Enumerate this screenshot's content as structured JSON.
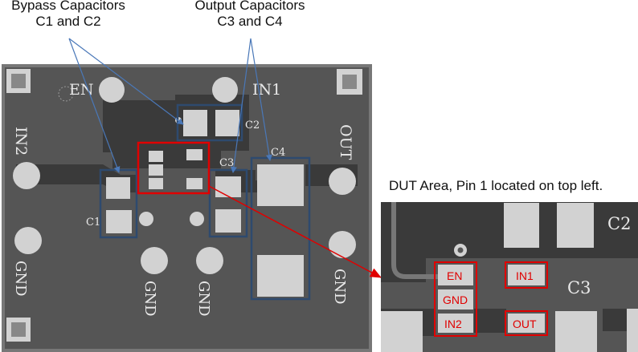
{
  "annotations": {
    "bypass_line1": "Bypass Capacitors",
    "bypass_line2": "C1 and C2",
    "output_line1": "Output Capacitors",
    "output_line2": "C3 and C4",
    "dut_caption": "DUT Area, Pin 1 located on top left."
  },
  "board_labels": {
    "en": "EN",
    "in1": "IN1",
    "in2": "IN2",
    "out": "OUT",
    "c1": "C1",
    "c2": "C2",
    "c3": "C3",
    "c4": "C4",
    "gnd": "GND"
  },
  "zoom_labels": {
    "en": "EN",
    "gnd": "GND",
    "in2": "IN2",
    "in1": "IN1",
    "out": "OUT",
    "c2": "C2",
    "c3": "C3"
  },
  "colors": {
    "board": "#555555",
    "copper": "#3a3a3a",
    "pad": "#d2d2d2",
    "silkscreen": "#e8e8e8",
    "highlight_red": "#e00000",
    "highlight_navy": "#2e4a6e",
    "callout_arrow": "#4a78b8"
  }
}
